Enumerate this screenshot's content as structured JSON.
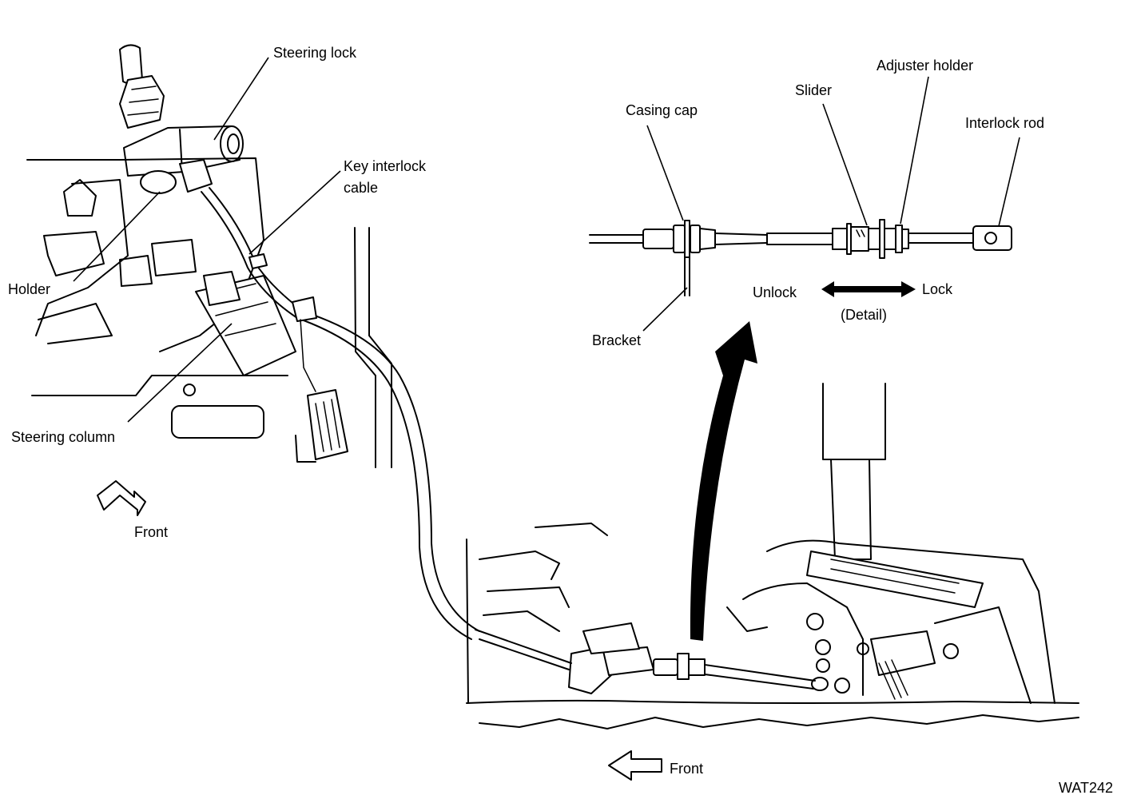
{
  "labels": {
    "steering_lock": "Steering lock",
    "key_interlock_cable_line1": "Key interlock",
    "key_interlock_cable_line2": "cable",
    "holder": "Holder",
    "steering_column": "Steering column",
    "front_upper": "Front",
    "casing_cap": "Casing cap",
    "slider": "Slider",
    "adjuster_holder": "Adjuster holder",
    "interlock_rod": "Interlock rod",
    "bracket": "Bracket",
    "unlock": "Unlock",
    "lock": "Lock",
    "detail": "(Detail)",
    "front_lower": "Front"
  },
  "reference_code": "WAT242",
  "icons": {
    "front_arrow_upper": "front-direction-arrow-icon",
    "front_arrow_lower": "front-direction-arrow-icon",
    "detail_arrow": "double-headed-arrow-icon",
    "callout_arrow": "curved-callout-arrow-icon"
  }
}
